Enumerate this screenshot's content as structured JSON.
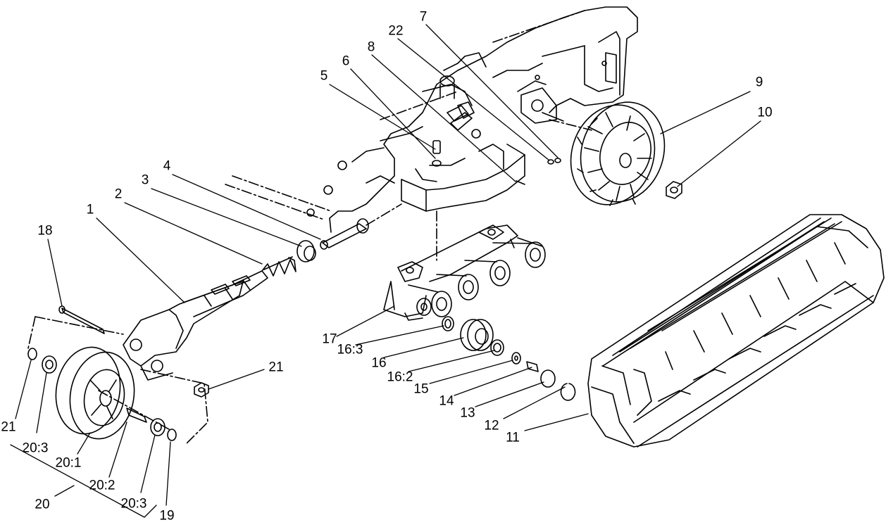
{
  "diagram": {
    "labels": {
      "l1": "1",
      "l2": "2",
      "l3": "3",
      "l4": "4",
      "l5": "5",
      "l6": "6",
      "l7": "7",
      "l8": "8",
      "l9": "9",
      "l10": "10",
      "l11": "11",
      "l12": "12",
      "l13": "13",
      "l14": "14",
      "l15": "15",
      "l16": "16",
      "l16_2": "16:2",
      "l16_3": "16:3",
      "l17": "17",
      "l18": "18",
      "l19": "19",
      "l20": "20",
      "l20_1": "20:1",
      "l20_2": "20:2",
      "l20_3a": "20:3",
      "l20_3b": "20:3",
      "l21a": "21",
      "l21b": "21",
      "l22": "22"
    }
  }
}
